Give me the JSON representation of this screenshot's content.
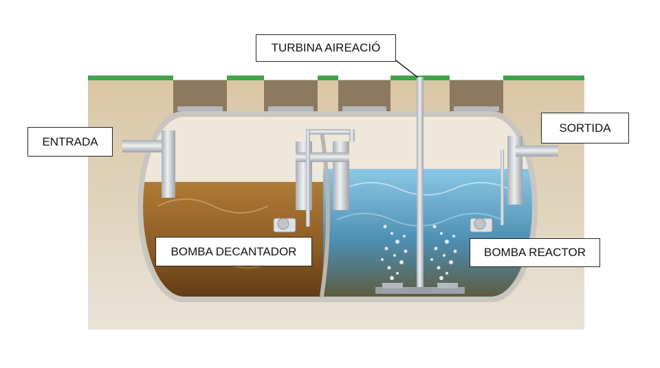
{
  "labels": {
    "turbina": "TURBINA AIREACIÓ",
    "entrada": "ENTRADA",
    "sortida": "SORTIDA",
    "bomba_decantador": "BOMBA DECANTADOR",
    "bomba_reactor": "BOMBA REACTOR"
  },
  "colors": {
    "soil": "#d9c6a3",
    "grass": "#3fa34a",
    "tank_wall": "#c9c6c0",
    "sludge": "#8a5a22",
    "clear_water": "#6fb2d8",
    "pipe": "#d3d7dc"
  }
}
